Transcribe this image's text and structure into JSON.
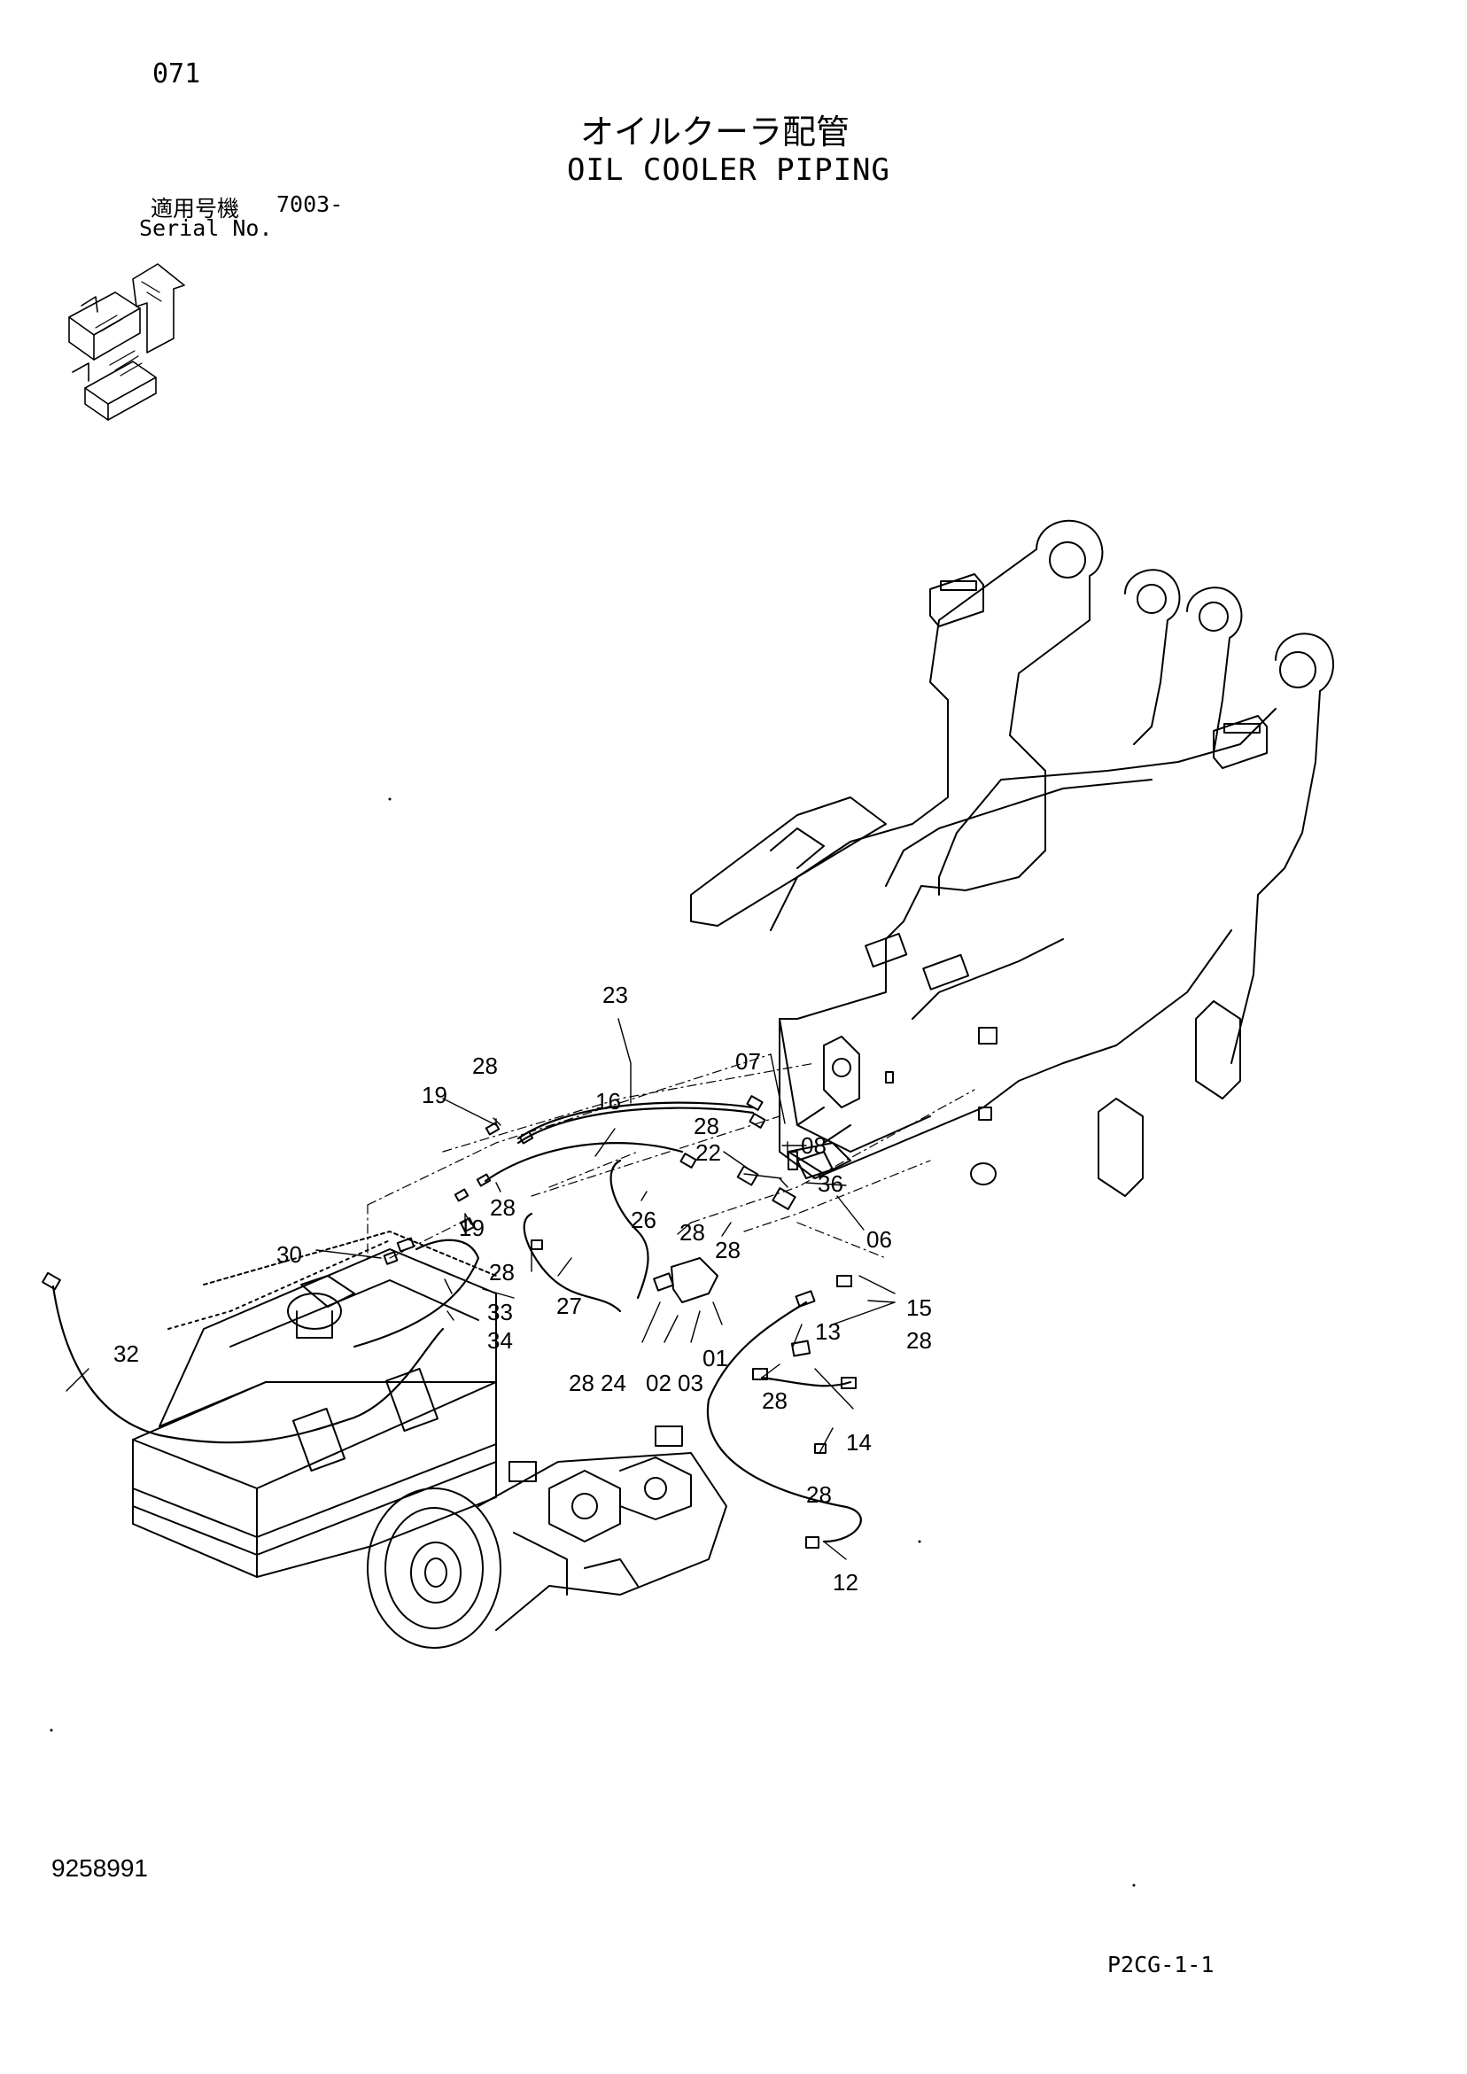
{
  "page_number": "071",
  "title_jp": "オイルクーラ配管",
  "title_en": "OIL COOLER PIPING",
  "serial": {
    "label_jp": "適用号機",
    "value": "7003-",
    "label_en": "Serial No."
  },
  "orientation_icon": "machine-orientation-arrows-icon",
  "callouts": [
    "23",
    "07",
    "28",
    "19",
    "16",
    "28",
    "22",
    "08",
    "36",
    "06",
    "28",
    "19",
    "26",
    "28",
    "28",
    "30",
    "28",
    "27",
    "15",
    "33",
    "13",
    "28",
    "34",
    "32",
    "28",
    "24",
    "02",
    "03",
    "01",
    "28",
    "14",
    "28",
    "12"
  ],
  "document_number": "9258991",
  "footer_code": "P2CG-1-1"
}
